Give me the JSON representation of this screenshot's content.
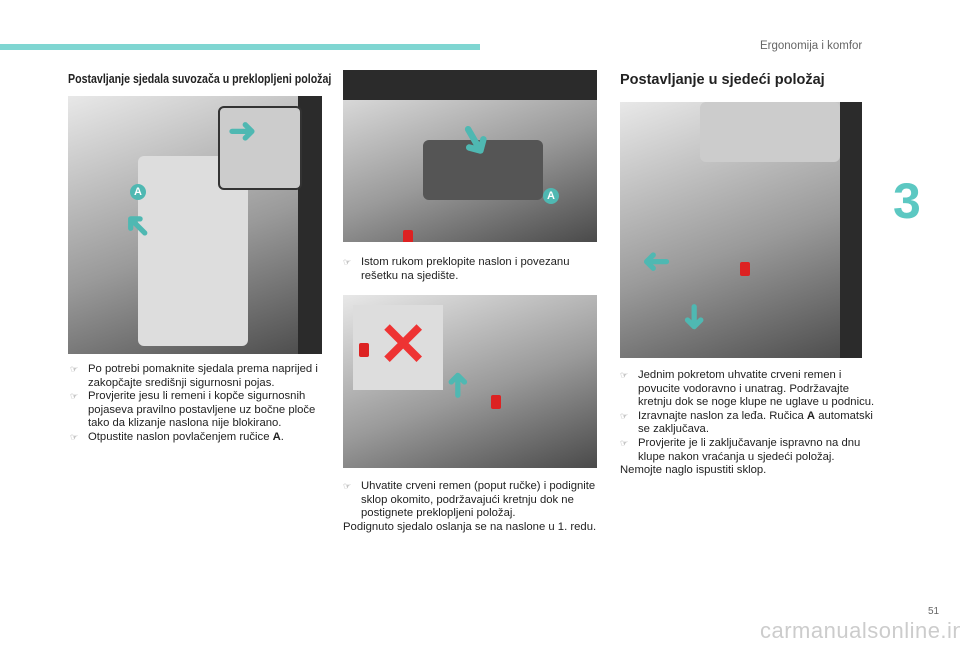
{
  "header": {
    "section": "Ergonomija i komfor",
    "chapter": "3",
    "page": "51"
  },
  "watermark": "carmanualsonline.info",
  "left": {
    "title": "Postavljanje sjedala suvozača u preklopljeni položaj",
    "badge": "A",
    "items": [
      "Po potrebi pomaknite sjedala prema naprijed i zakopčajte središnji sigurnosni pojas.",
      "Provjerite jesu li remeni i kopče sigurnosnih pojaseva pravilno postavljene uz bočne ploče tako da klizanje naslona nije blokirano.",
      "Otpustite naslon povlačenjem ručice "
    ],
    "bold_a": "A",
    "dot": "."
  },
  "middle": {
    "badge": "A",
    "item1": "Istom rukom preklopite naslon i povezanu rešetku na sjedište.",
    "item2": "Uhvatite crveni remen (poput ručke) i podignite sklop okomito, podržavajući kretnju dok ne postignete preklopljeni položaj.",
    "note": "Podignuto sjedalo oslanja se na naslone u 1. redu."
  },
  "right": {
    "title": "Postavljanje u sjedeći položaj",
    "items": [
      "Jednim pokretom uhvatite crveni remen i povucite vodoravno i unatrag. Podržavajte kretnju dok se noge klupe ne uglave u podnicu.",
      "Izravnajte naslon za leđa. Ručica ",
      "Provjerite je li zaključavanje ispravno na dnu klupe nakon vraćanja u sjedeći položaj."
    ],
    "bold_a": "A",
    "item2_tail": " automatski se zaključava.",
    "note": "Nemojte naglo ispustiti sklop."
  }
}
